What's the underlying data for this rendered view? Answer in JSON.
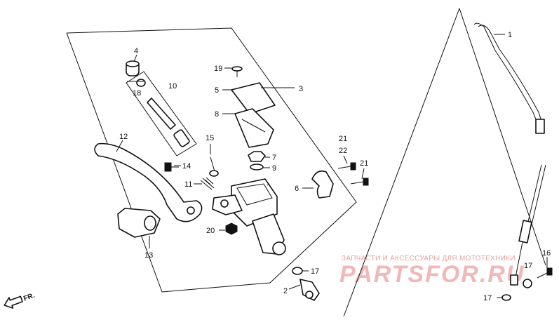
{
  "labels": {
    "l1": "1",
    "l2": "2",
    "l3": "3",
    "l4": "4",
    "l5": "5",
    "l6": "6",
    "l7": "7",
    "l8": "8",
    "l9": "9",
    "l10": "10",
    "l11": "11",
    "l12": "12",
    "l13": "13",
    "l14": "14",
    "l15": "15",
    "l16": "16",
    "l17a": "17",
    "l17b": "17",
    "l17c": "17",
    "l18": "18",
    "l19": "19",
    "l20": "20",
    "l21a": "21",
    "l21b": "21",
    "l22": "22"
  },
  "watermark": {
    "subtitle": "ЗАПЧАСТИ И АКСЕССУАРЫ ДЛЯ МОТОТЕХНИКИ",
    "brand": "PARTSFOR.RU"
  },
  "direction_label": "FR.",
  "colors": {
    "ink": "#111111",
    "watermark": "#f2b8b8"
  }
}
